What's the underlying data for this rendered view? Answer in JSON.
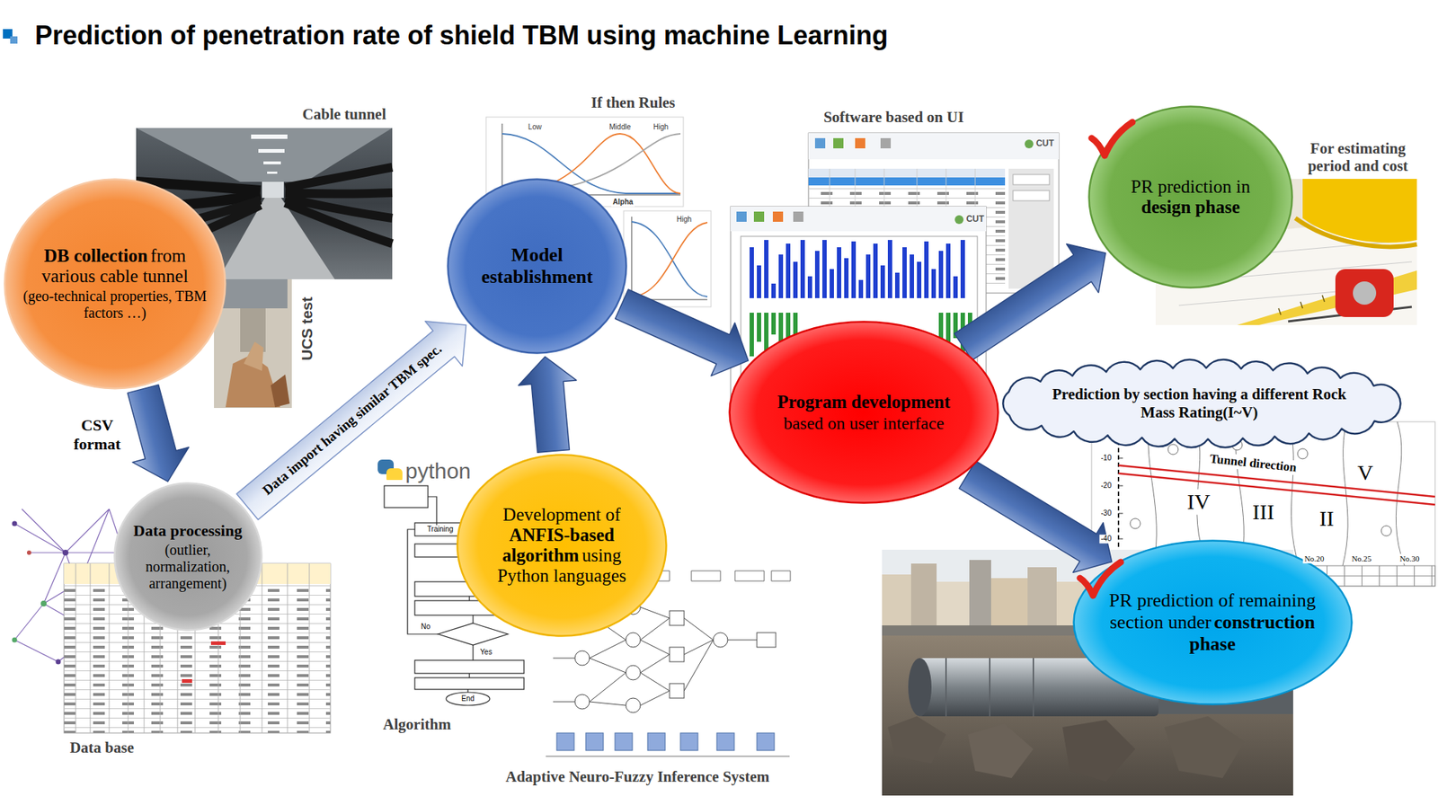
{
  "diagram": {
    "title": "Prediction of penetration rate of shield TBM using machine Learning",
    "nodes": [
      {
        "text": [
          "DB collection",
          "from various cable tunnel",
          "(geo-technical properties, TBM factors …)"
        ]
      },
      {
        "text": [
          "Data processing",
          "(outlier, normalization, arrangement)"
        ]
      },
      {
        "text": [
          "Model establishment"
        ]
      },
      {
        "text": [
          "Development of",
          "ANFIS-based algorithm",
          "using Python languages"
        ]
      },
      {
        "text": [
          "Program development",
          "based on user interface"
        ]
      },
      {
        "text": [
          "PR prediction in",
          "design phase"
        ]
      },
      {
        "text": [
          "Prediction by section having a different Rock Mass Rating(I~V)"
        ]
      },
      {
        "text": [
          "PR prediction of remaining section under",
          "construction phase"
        ]
      }
    ],
    "edges": [
      {
        "from": 0,
        "to": 1,
        "arrow": "to",
        "label": "CSV format"
      },
      {
        "from": 1,
        "to": 2,
        "arrow": "to",
        "label": "Data import having similar TBM spec."
      },
      {
        "from": 3,
        "to": 2,
        "arrow": "to"
      },
      {
        "from": 2,
        "to": 4,
        "arrow": "to"
      },
      {
        "from": 4,
        "to": 5,
        "arrow": "to"
      },
      {
        "from": 4,
        "to": 7,
        "arrow": "to"
      }
    ],
    "labels": [
      "Cable tunnel",
      "UCS test",
      "Data base",
      "If then Rules",
      "Low",
      "Middle",
      "High",
      "High",
      "Alpha",
      "python",
      "Training",
      "No",
      "Yes",
      "End",
      "Algorithm",
      "Adaptive Neuro-Fuzzy Inference System",
      "Software based on UI",
      "CUT",
      "CUT",
      "For estimating period and cost",
      "Tunnel direction",
      "IV",
      "III",
      "II",
      "V",
      "-10",
      "-20",
      "-30",
      "-40",
      "No.20",
      "No.25",
      "No.30"
    ]
  }
}
